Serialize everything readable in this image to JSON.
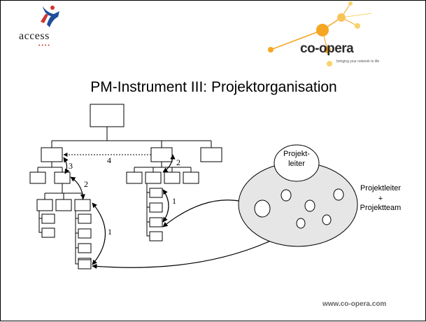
{
  "header": {
    "access_logo_text": "access",
    "access_dots": "••••",
    "coopera_logo_text": "co-opera",
    "coopera_tagline": "bringing your network to life"
  },
  "title": "PM-Instrument III: Projektorganisation",
  "diagram": {
    "connector_labels": [
      "3",
      "2",
      "4",
      "2",
      "1",
      "1"
    ],
    "pm_ellipse_label": "Projekt-\nleiter",
    "team_label_line1": "Projektleiter",
    "team_label_line2": "+",
    "team_label_line3": "Projektteam"
  },
  "footer": {
    "url": "www.co-opera.com"
  },
  "colors": {
    "ellipse_fill": "#e6e6e6",
    "logo_orange": "#f5a623",
    "logo_yellow": "#f7d36b",
    "access_blue": "#1f4e9c"
  }
}
